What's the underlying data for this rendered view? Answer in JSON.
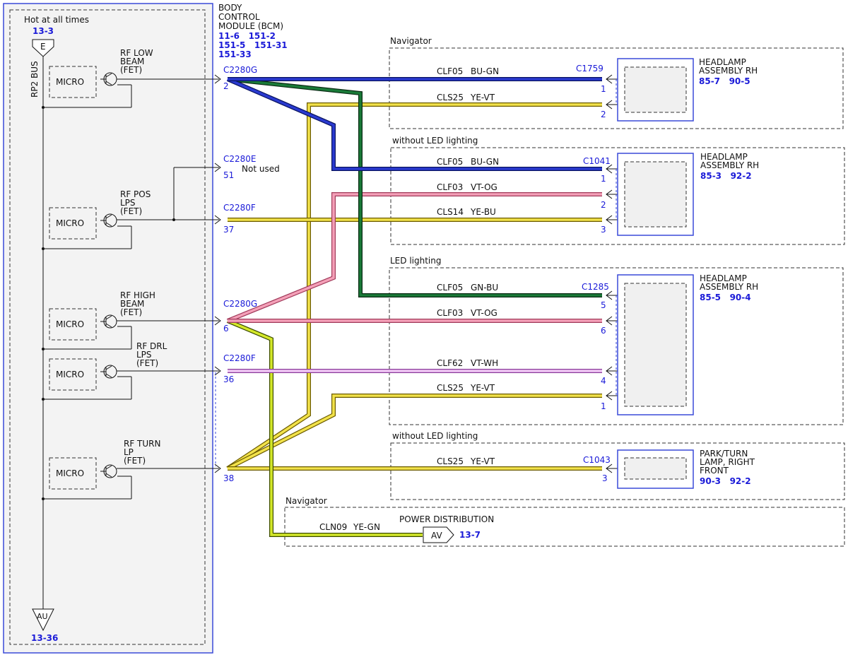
{
  "bcm": {
    "title_lines": [
      "BODY",
      "CONTROL",
      "MODULE (BCM)"
    ],
    "refs": [
      "11-6   151-2",
      "151-5   151-31",
      "151-33"
    ],
    "hot_label": "Hot at all times",
    "hot_ref": "13-3",
    "bus_label": "RP2 BUS",
    "top_terminal": "E",
    "bottom_terminal": "AU",
    "bottom_ref": "13-36",
    "micro_label": "MICRO",
    "fets": [
      {
        "lines": [
          "RF LOW",
          "BEAM",
          "(FET)"
        ]
      },
      {
        "lines": [
          "RF POS",
          "LPS",
          "(FET)"
        ]
      },
      {
        "lines": [
          "RF HIGH",
          "BEAM",
          "(FET)"
        ]
      },
      {
        "lines": [
          "RF DRL",
          "LPS",
          "(FET)"
        ]
      },
      {
        "lines": [
          "RF TURN",
          "LP",
          "(FET)"
        ]
      }
    ],
    "connectors": [
      {
        "name": "C2280G",
        "pin": "2"
      },
      {
        "name": "C2280E",
        "pin": "51",
        "note": "Not used"
      },
      {
        "name": "C2280F",
        "pin": "37"
      },
      {
        "name": "C2280G",
        "pin": "6"
      },
      {
        "name": "C2280F",
        "pin": "36"
      },
      {
        "name": "",
        "pin": "38"
      }
    ]
  },
  "sections": [
    {
      "label": "Navigator",
      "connector": "C1759",
      "device_lines": [
        "HEADLAMP",
        "ASSEMBLY RH"
      ],
      "device_refs": "85-7   90-5",
      "wires": [
        {
          "circuit": "CLF05",
          "color": "BU-GN",
          "pin": "1"
        },
        {
          "circuit": "CLS25",
          "color": "YE-VT",
          "pin": "2"
        }
      ]
    },
    {
      "label": "without LED lighting",
      "connector": "C1041",
      "device_lines": [
        "HEADLAMP",
        "ASSEMBLY RH"
      ],
      "device_refs": "85-3   92-2",
      "wires": [
        {
          "circuit": "CLF05",
          "color": "BU-GN",
          "pin": "1"
        },
        {
          "circuit": "CLF03",
          "color": "VT-OG",
          "pin": "2"
        },
        {
          "circuit": "CLS14",
          "color": "YE-BU",
          "pin": "3"
        }
      ]
    },
    {
      "label": "LED lighting",
      "connector": "C1285",
      "device_lines": [
        "HEADLAMP",
        "ASSEMBLY RH"
      ],
      "device_refs": "85-5   90-4",
      "wires": [
        {
          "circuit": "CLF05",
          "color": "GN-BU",
          "pin": "5"
        },
        {
          "circuit": "CLF03",
          "color": "VT-OG",
          "pin": "6"
        },
        {
          "circuit": "CLF62",
          "color": "VT-WH",
          "pin": "4"
        },
        {
          "circuit": "CLS25",
          "color": "YE-VT",
          "pin": "1"
        }
      ]
    },
    {
      "label": "without LED lighting",
      "connector": "C1043",
      "device_lines": [
        "PARK/TURN",
        "LAMP, RIGHT",
        "FRONT"
      ],
      "device_refs": "90-3   92-2",
      "wires": [
        {
          "circuit": "CLS25",
          "color": "YE-VT",
          "pin": "3"
        }
      ]
    },
    {
      "label": "Navigator",
      "device_lines": [
        "POWER DISTRIBUTION"
      ],
      "terminal": "AV",
      "device_refs": "13-7",
      "wires": [
        {
          "circuit": "CLN09",
          "color": "YE-GN"
        }
      ]
    }
  ],
  "colors": {
    "blue_wire": "#1a2fc0",
    "green_wire": "#0f6a2a",
    "yellow_wire": "#f2e24a",
    "pink_wire": "#f08aa8",
    "violet_white_wire": "#e6a8e8",
    "yellow_green_wire": "#c8e020",
    "ref_blue": "#1a1ad8",
    "box_blue": "#3a4ad8"
  }
}
